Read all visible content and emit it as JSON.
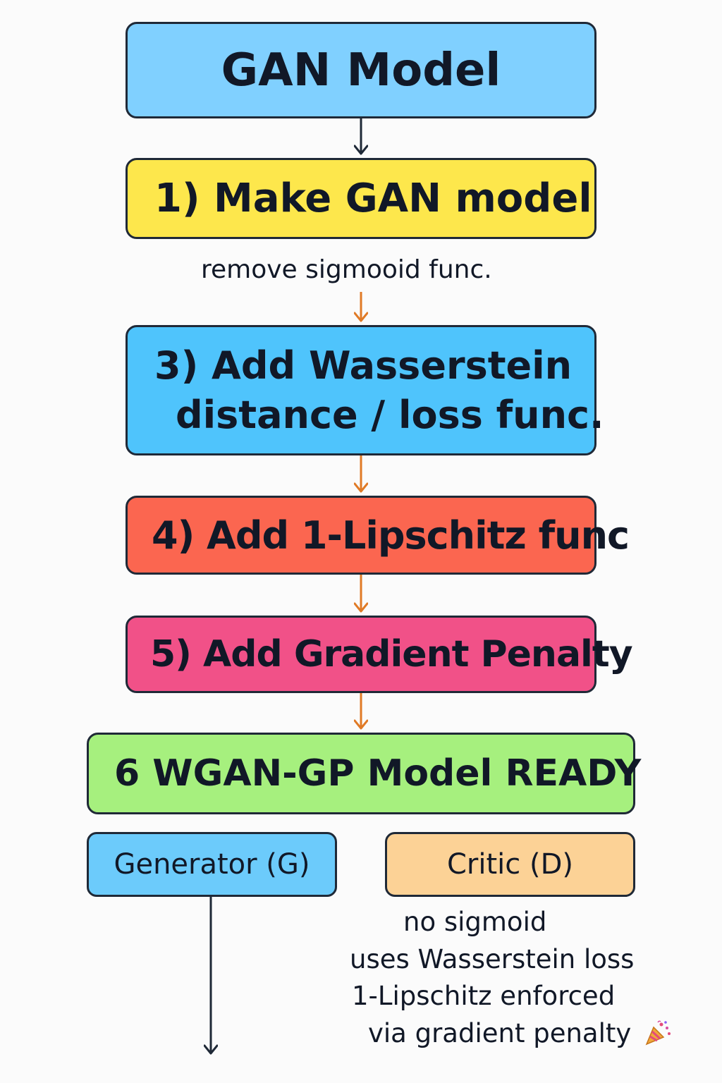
{
  "colors": {
    "gan_box": "#80d0ff",
    "step1_box": "#fde74c",
    "step3_box": "#4fc4fc",
    "step4_box": "#fb6650",
    "step5_box": "#f15188",
    "step6_box": "#a6f07e",
    "generator_box": "#6ccbfb",
    "critic_box": "#fcd296",
    "arrow_dark": "#1f2937",
    "arrow_orange": "#e07a26"
  },
  "nodes": {
    "gan": "GAN Model",
    "step1": "1) Make GAN model",
    "step3_line1": "3) Add Wasserstein",
    "step3_line2": "distance / loss func.",
    "step4": "4) Add 1-Lipschitz func",
    "step5": "5) Add Gradient Penalty",
    "step6": "6  WGAN-GP Model READY",
    "generator": "Generator (G)",
    "critic": "Critic (D)"
  },
  "notes": {
    "sigmoid": "remove sigmooid func.",
    "critic_lines": [
      "no sigmoid",
      "uses Wasserstein loss",
      "1-Lipschitz enforced",
      "via gradient penalty"
    ],
    "party_icon": "party-popper-icon"
  }
}
